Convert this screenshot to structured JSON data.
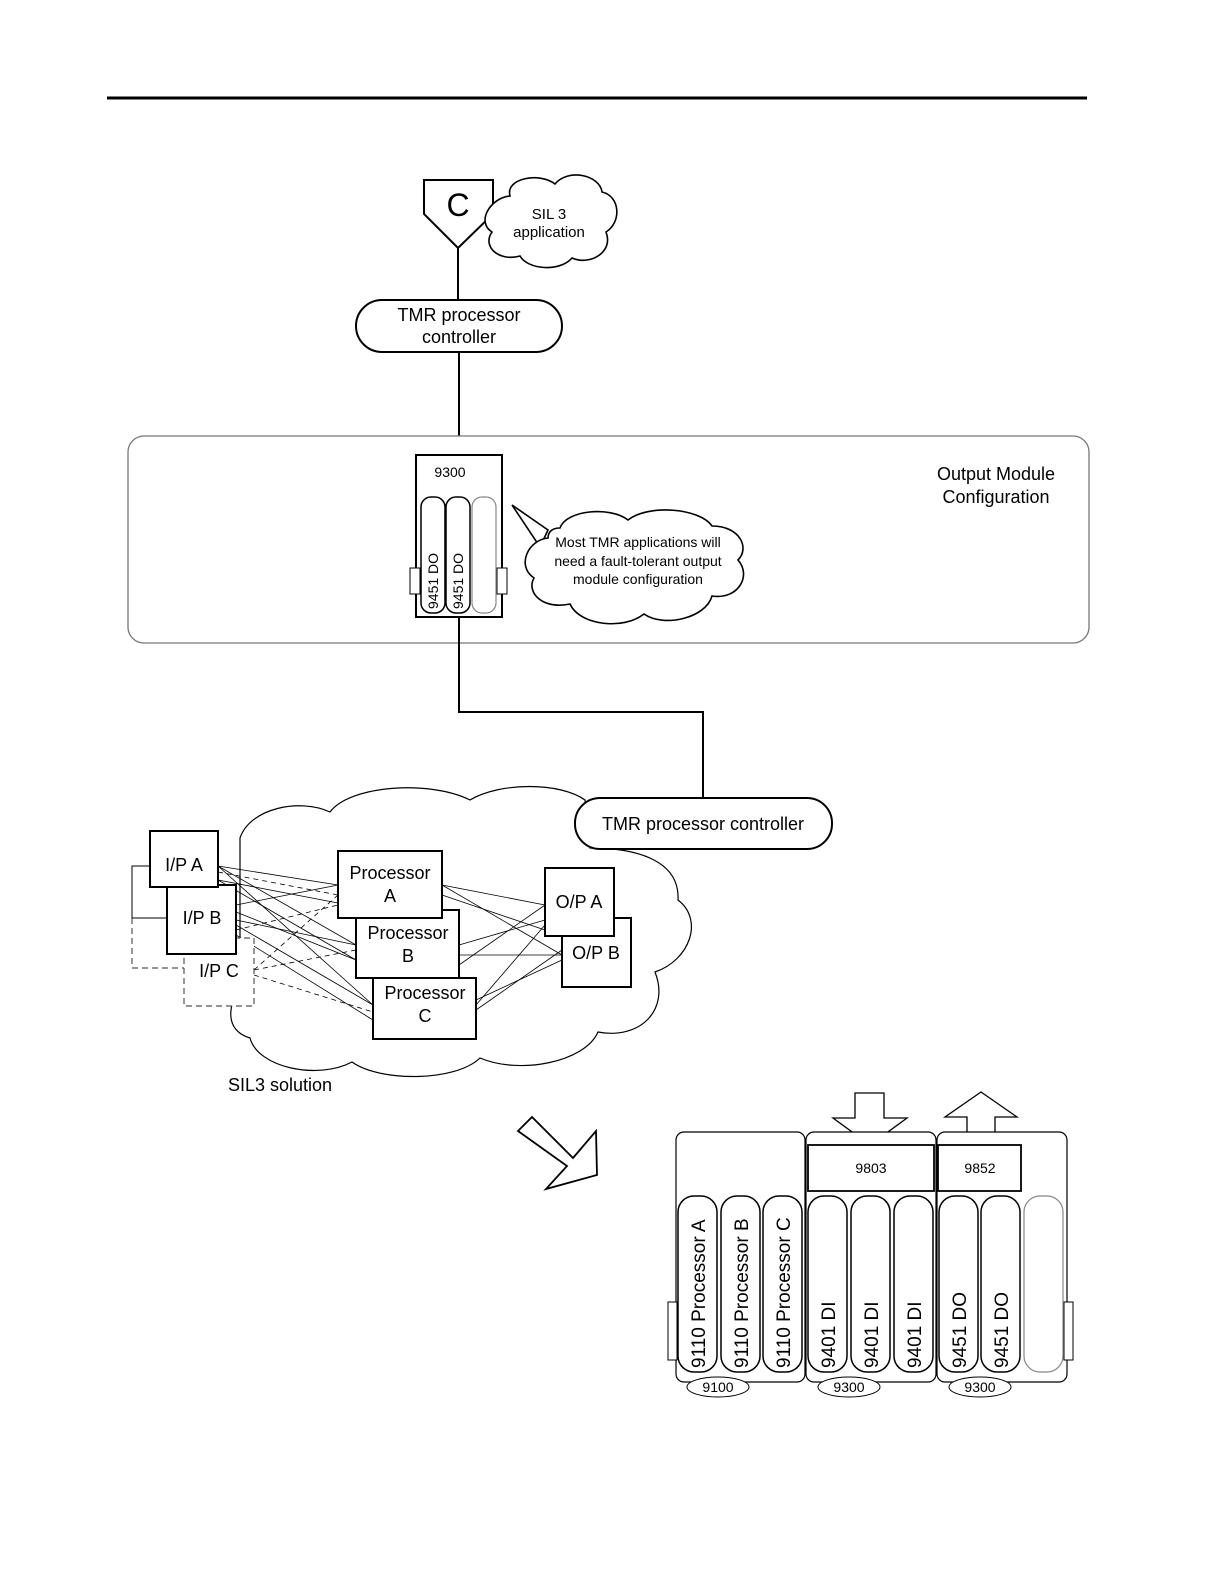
{
  "connector": {
    "label": "C"
  },
  "sil3_cloud": {
    "line1": "SIL 3",
    "line2": "application"
  },
  "tmr_top": {
    "line1": "TMR processor",
    "line2": "controller"
  },
  "output_panel": {
    "line1": "Output Module",
    "line2": "Configuration"
  },
  "do_base": {
    "label": "9300",
    "modules": [
      "9451 DO",
      "9451 DO"
    ]
  },
  "note_cloud": {
    "line1": "Most TMR applications will",
    "line2": "need a fault-tolerant output",
    "line3": "module configuration"
  },
  "tmr_mid": {
    "label": "TMR processor controller"
  },
  "sil3_solution": {
    "caption": "SIL3 solution",
    "inputs": [
      "I/P A",
      "I/P B",
      "I/P C"
    ],
    "processors": [
      {
        "line1": "Processor",
        "line2": "A"
      },
      {
        "line1": "Processor",
        "line2": "B"
      },
      {
        "line1": "Processor",
        "line2": "C"
      }
    ],
    "outputs": [
      "O/P A",
      "O/P B"
    ]
  },
  "rack": {
    "termination_di": "9803",
    "termination_do": "9852",
    "processor_modules": [
      "9110 Processor A",
      "9110 Processor B",
      "9110 Processor C"
    ],
    "di_modules": [
      "9401 DI",
      "9401 DI",
      "9401 DI"
    ],
    "do_modules": [
      "9451 DO",
      "9451 DO"
    ],
    "base_labels": [
      "9100",
      "9300",
      "9300"
    ]
  }
}
